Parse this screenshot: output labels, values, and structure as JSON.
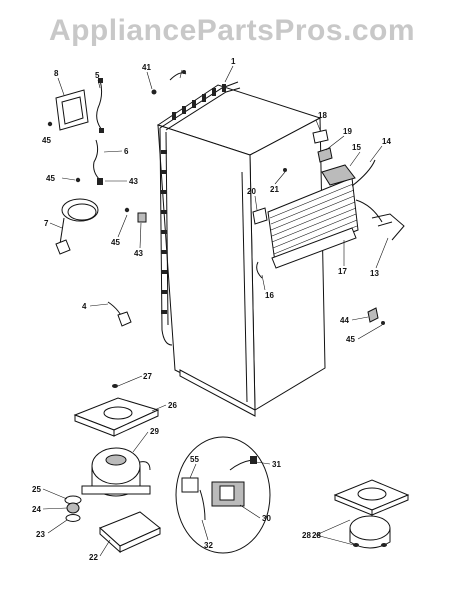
{
  "watermark": "AppliancePartsPros.com",
  "part_labels": {
    "p1": "1",
    "p4": "4",
    "p5": "5",
    "p6": "6",
    "p7": "7",
    "p8": "8",
    "p13": "13",
    "p14": "14",
    "p15": "15",
    "p16": "16",
    "p17": "17",
    "p18": "18",
    "p19": "19",
    "p20": "20",
    "p21": "21",
    "p22": "22",
    "p23": "23",
    "p24": "24",
    "p25": "25",
    "p26": "26",
    "p27": "27",
    "p28a": "28",
    "p28b": "28",
    "p29": "29",
    "p30": "30",
    "p31": "31",
    "p32": "32",
    "p41": "41",
    "p43a": "43",
    "p43b": "43",
    "p44": "44",
    "p45a": "45",
    "p45b": "45",
    "p45c": "45",
    "p45d": "45",
    "p55": "55"
  }
}
